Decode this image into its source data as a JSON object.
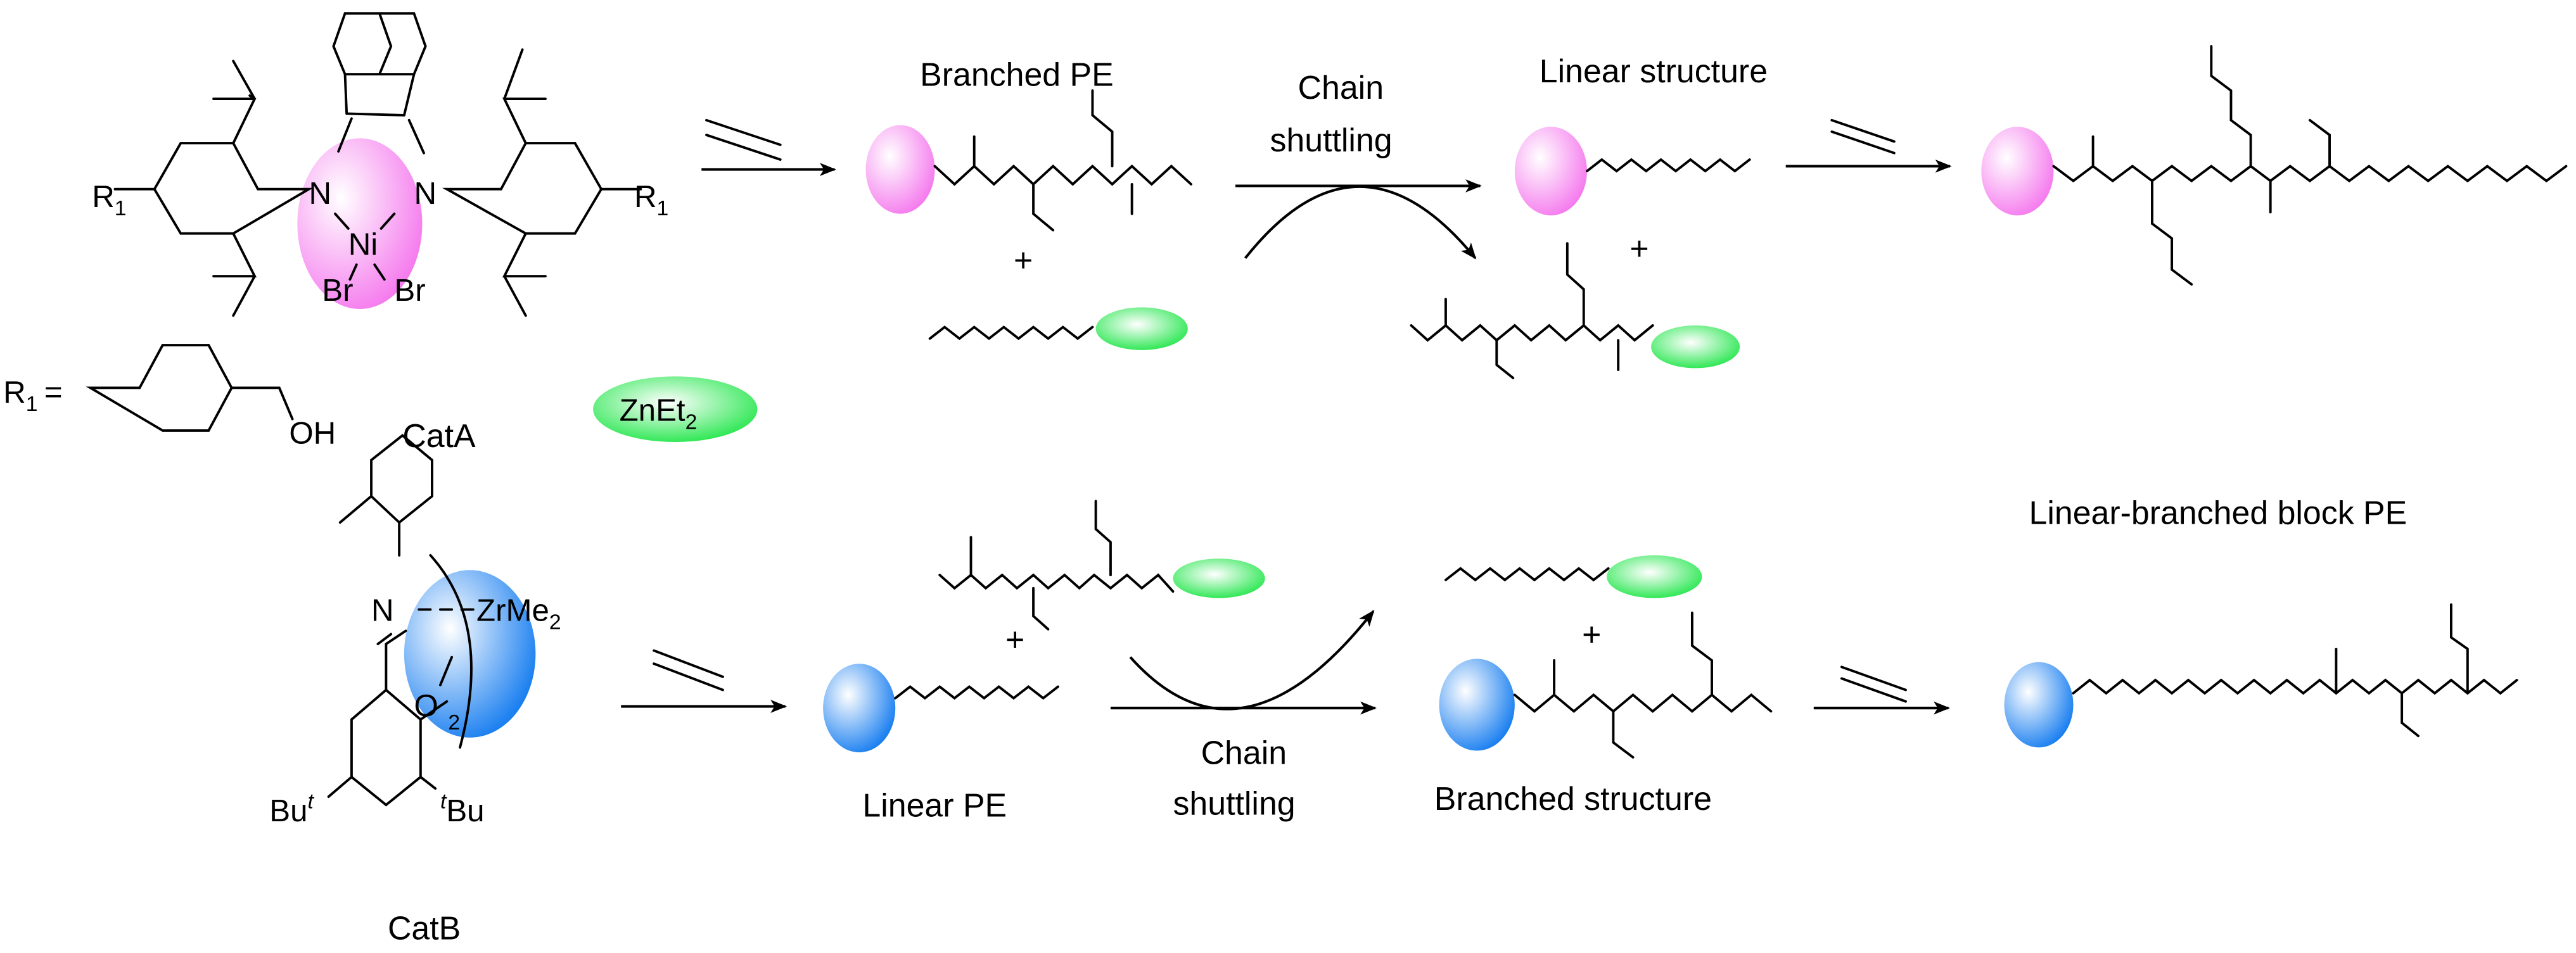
{
  "title": "Chain shuttling polymerization scheme for linear-branched block PE",
  "colors": {
    "catA_sphere": "#f57bee",
    "catB_sphere": "#1a7ff0",
    "zinc_sphere": "#22e64a",
    "ink": "#000000"
  },
  "catA": {
    "label": "CatA",
    "metal": "Ni",
    "ligand_atoms": [
      "N",
      "N"
    ],
    "halides": [
      "Br",
      "Br"
    ],
    "substituent": "R",
    "substituent_sub": "1",
    "r1_definition": {
      "lhs": "R",
      "lhs_sub": "1",
      "equals": "=",
      "group": "OH"
    }
  },
  "shuttle_agent": {
    "label": "ZnEt",
    "label_sub": "2"
  },
  "catB": {
    "label": "CatB",
    "atom_n": "N",
    "metal": "ZrMe",
    "metal_sub": "2",
    "atom_o": "O",
    "bracket_sub": "2",
    "left_tbu": "Bu",
    "left_tbu_sup": "t",
    "right_tbu_sup": "t",
    "right_tbu": "Bu"
  },
  "top_row": {
    "branched_pe": "Branched PE",
    "chain_shuttling_1": "Chain",
    "chain_shuttling_2": "shuttling",
    "linear_structure": "Linear structure",
    "plus_1": "+",
    "plus_2": "+"
  },
  "bottom_row": {
    "linear_pe": "Linear PE",
    "chain_shuttling_1": "Chain",
    "chain_shuttling_2": "shuttling",
    "branched_structure": "Branched structure",
    "block_pe": "Linear-branched block PE",
    "plus_1": "+",
    "plus_2": "+"
  },
  "reagent_symbol": "ethylene"
}
